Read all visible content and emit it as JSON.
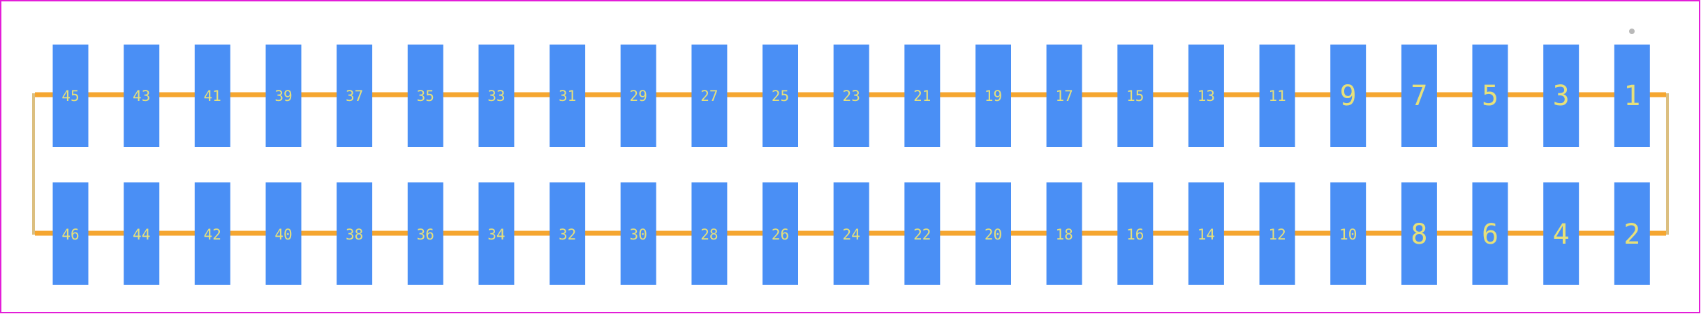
{
  "colors": {
    "background": "#ffffff",
    "board_outline": "#e31ed8",
    "pad": "#4a8ff5",
    "trace": "#f5a630",
    "courtyard": "#dcbf80",
    "label": "#e6e07a",
    "pin1_marker": "#b9b9b9"
  },
  "footprint": {
    "pin1_marker_icon": "dot-icon",
    "top_row": [
      {
        "number": "45"
      },
      {
        "number": "43"
      },
      {
        "number": "41"
      },
      {
        "number": "39"
      },
      {
        "number": "37"
      },
      {
        "number": "35"
      },
      {
        "number": "33"
      },
      {
        "number": "31"
      },
      {
        "number": "29"
      },
      {
        "number": "27"
      },
      {
        "number": "25"
      },
      {
        "number": "23"
      },
      {
        "number": "21"
      },
      {
        "number": "19"
      },
      {
        "number": "17"
      },
      {
        "number": "15"
      },
      {
        "number": "13"
      },
      {
        "number": "11"
      },
      {
        "number": "9"
      },
      {
        "number": "7"
      },
      {
        "number": "5"
      },
      {
        "number": "3"
      },
      {
        "number": "1"
      }
    ],
    "bottom_row": [
      {
        "number": "46"
      },
      {
        "number": "44"
      },
      {
        "number": "42"
      },
      {
        "number": "40"
      },
      {
        "number": "38"
      },
      {
        "number": "36"
      },
      {
        "number": "34"
      },
      {
        "number": "32"
      },
      {
        "number": "30"
      },
      {
        "number": "28"
      },
      {
        "number": "26"
      },
      {
        "number": "24"
      },
      {
        "number": "22"
      },
      {
        "number": "20"
      },
      {
        "number": "18"
      },
      {
        "number": "16"
      },
      {
        "number": "14"
      },
      {
        "number": "12"
      },
      {
        "number": "10"
      },
      {
        "number": "8"
      },
      {
        "number": "6"
      },
      {
        "number": "4"
      },
      {
        "number": "2"
      }
    ]
  }
}
